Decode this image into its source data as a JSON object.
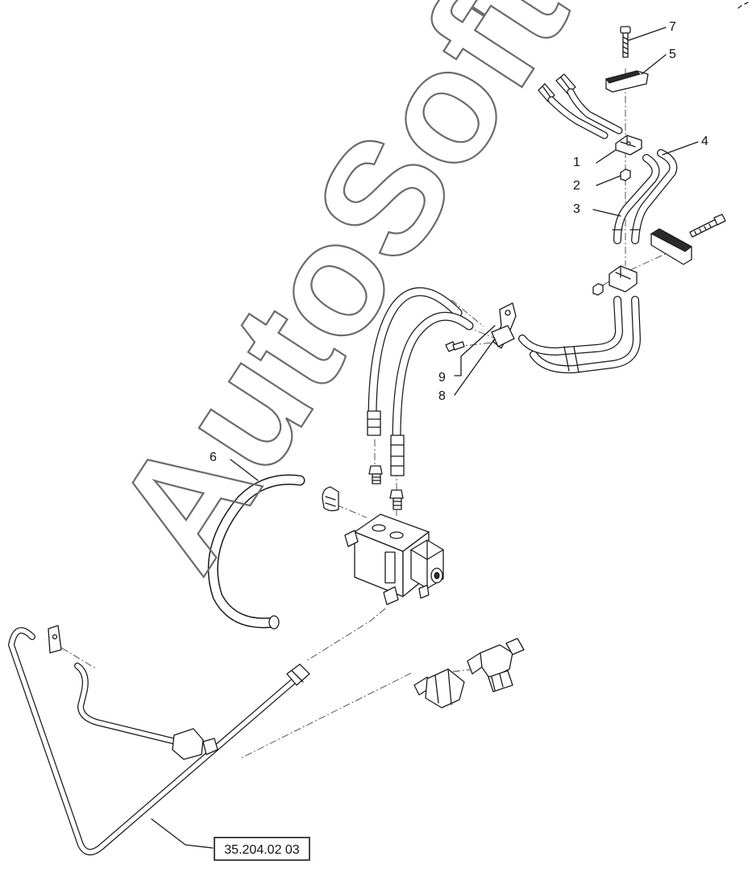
{
  "watermark": "AutoSoft",
  "reference_label": "35.204.02 03",
  "callouts": [
    "1",
    "2",
    "3",
    "4",
    "5",
    "6",
    "7",
    "8",
    "9"
  ]
}
